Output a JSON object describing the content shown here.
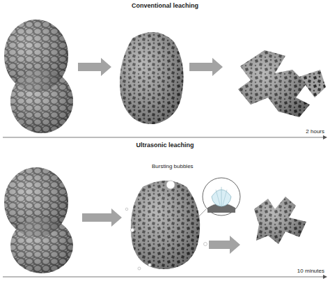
{
  "diagram": {
    "labels": [
      "Conventional leaching",
      "2 hours",
      "Ultrasonic leaching",
      "Bursting bubbles",
      "10 minutes"
    ]
  }
}
